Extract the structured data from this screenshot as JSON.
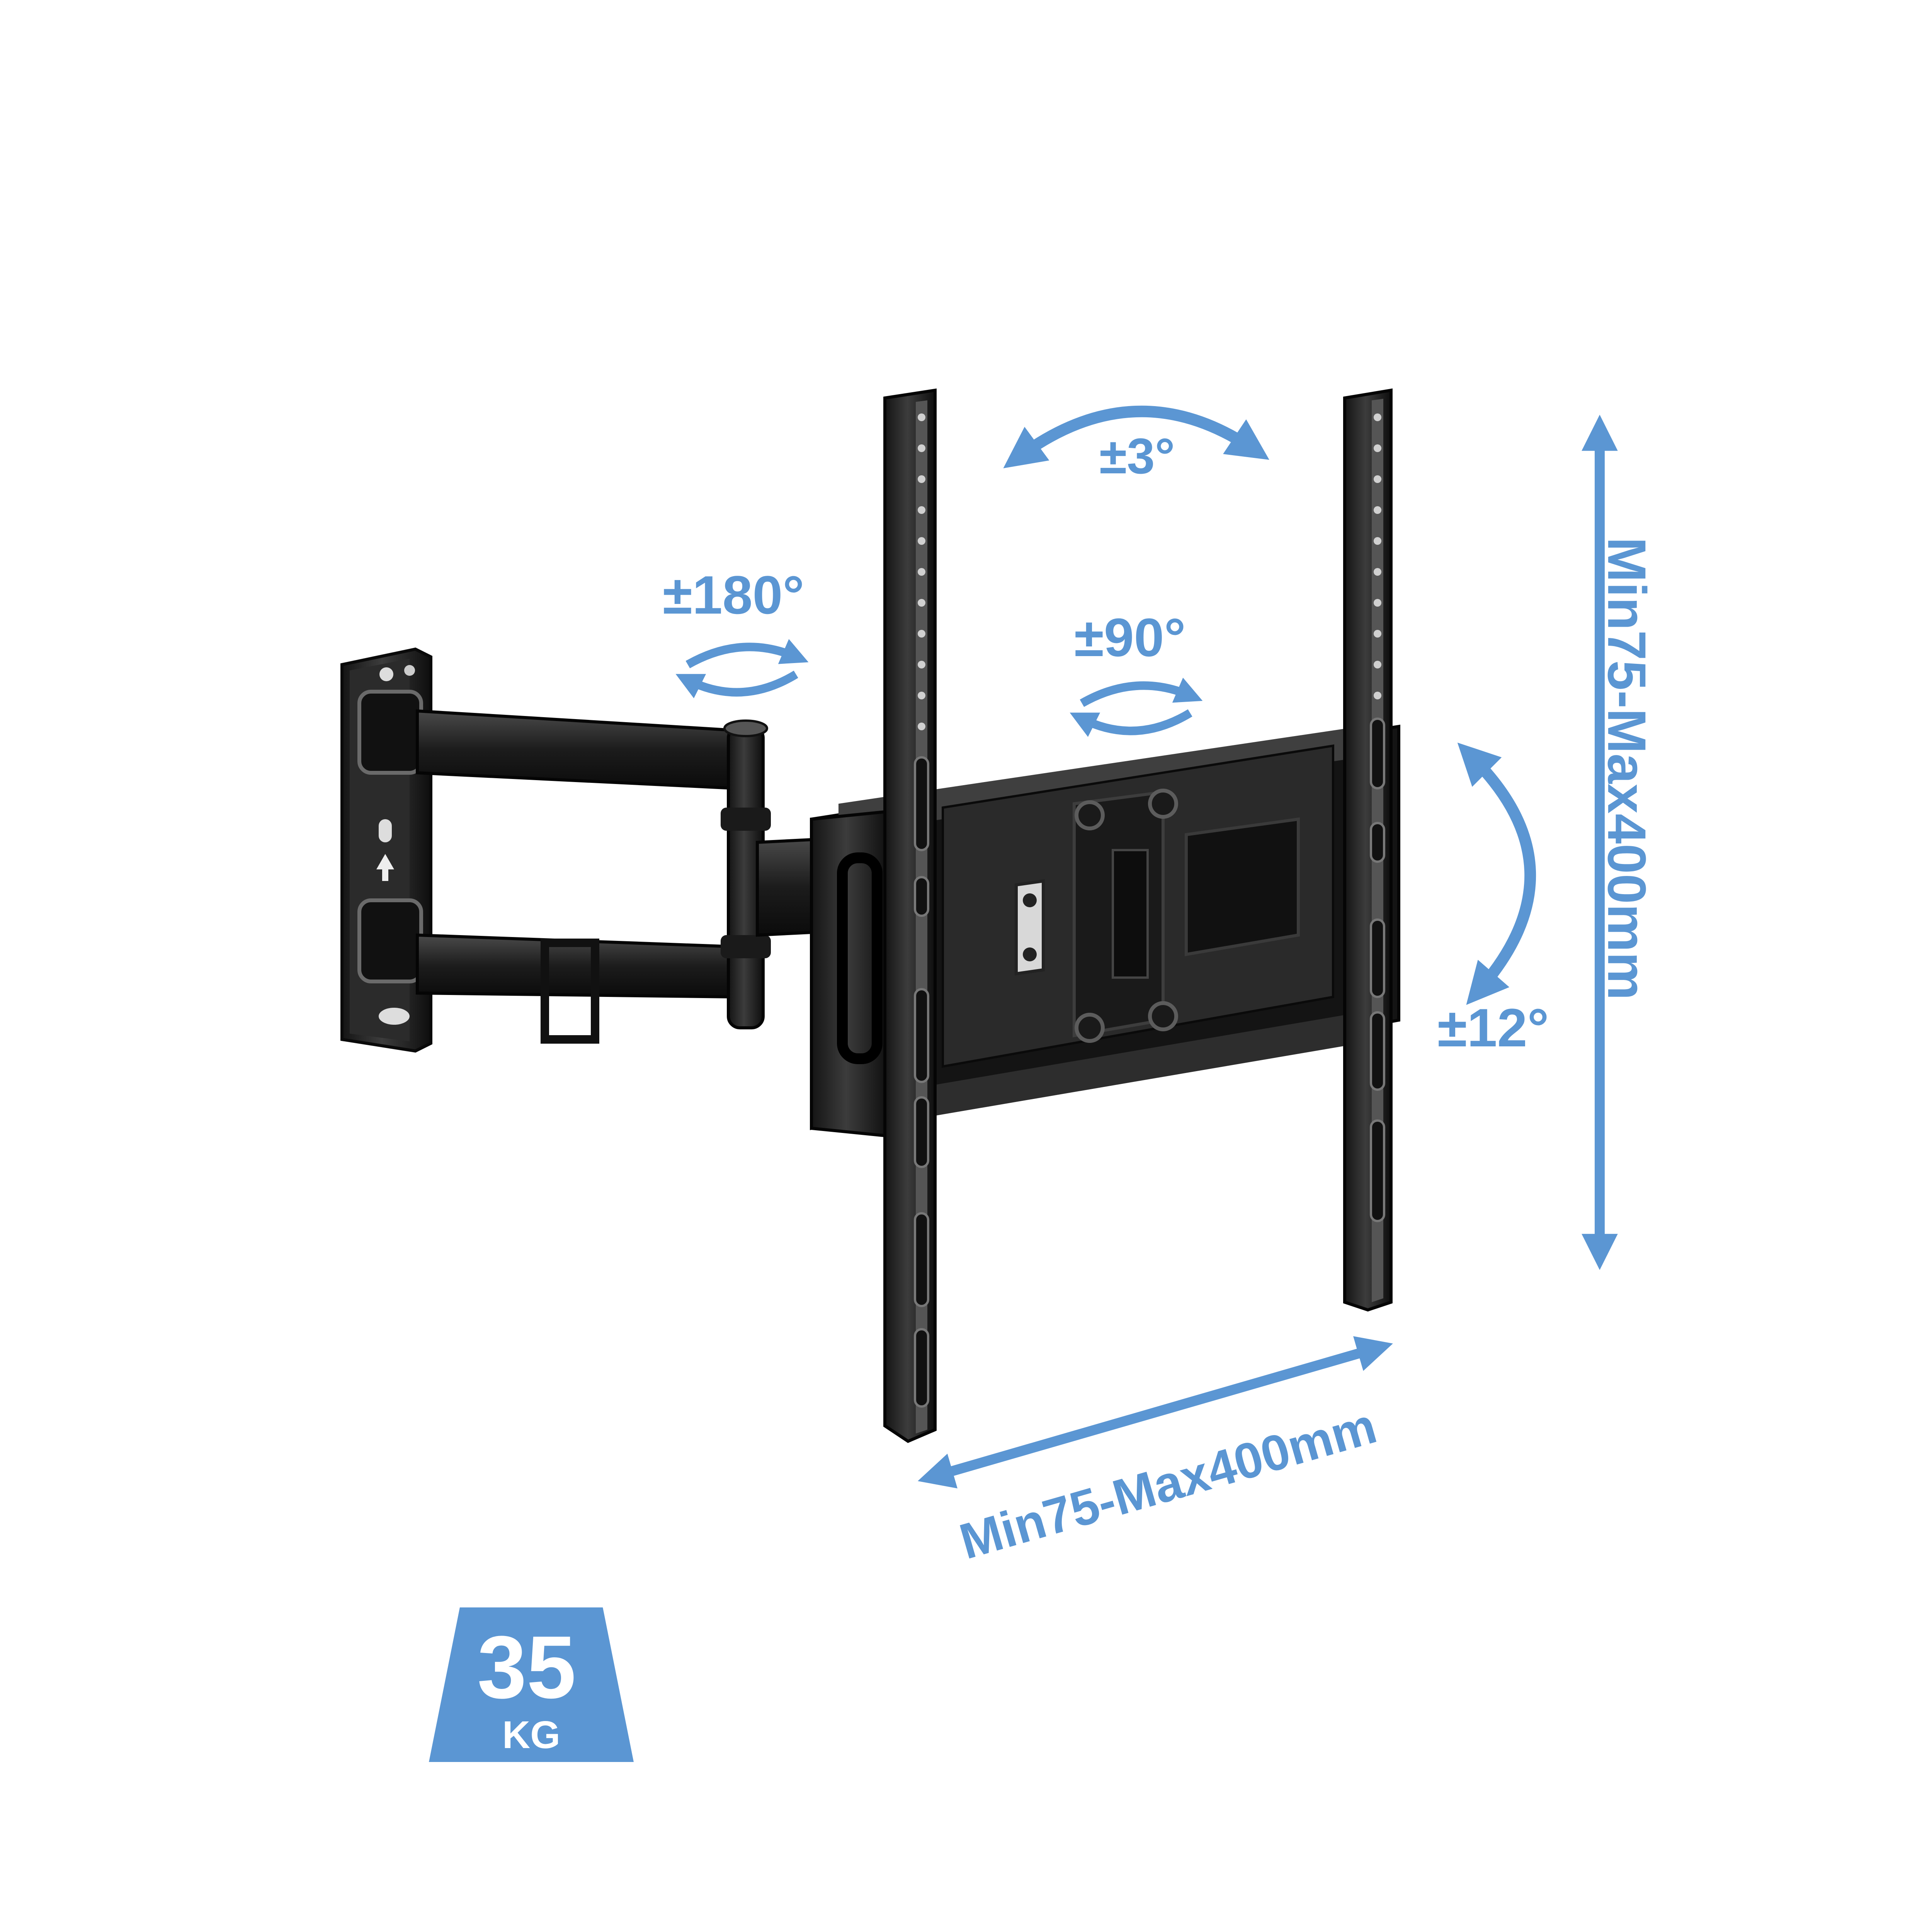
{
  "labels": {
    "tilt_top": "±3°",
    "arm_swivel": "±180°",
    "head_swivel": "±90°",
    "tilt_side": "±12°",
    "vesa_vertical": "Min75-Max400mm",
    "vesa_horizontal": "Min75-Max400mm"
  },
  "weight": {
    "value": "35",
    "unit": "KG"
  },
  "colors": {
    "accent": "#5b96d3",
    "steel": "#1f1f1f",
    "steel_highlight": "#5a5a5a",
    "background": "#ffffff"
  },
  "icons": {
    "rotation": "curved-double-arrow-icon",
    "dimension": "straight-double-arrow-icon",
    "weight": "weight-badge-icon"
  }
}
